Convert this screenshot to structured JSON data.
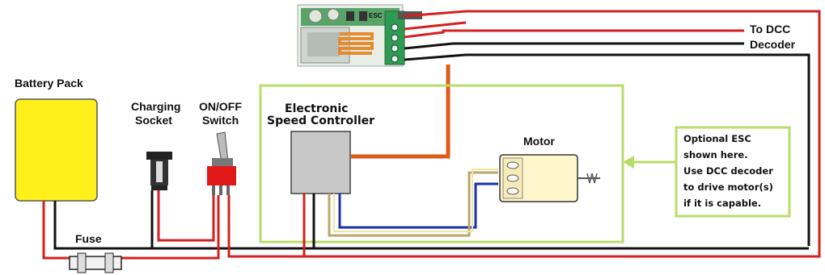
{
  "labels": {
    "battery_pack": "Battery Pack",
    "charging": "Charging",
    "socket": "Socket",
    "on_off": "ON/OFF",
    "switch": "Switch",
    "electronic": "Electronic",
    "speed_controller": "Speed Controller",
    "motor": "Motor",
    "fuse": "Fuse",
    "to_dcc": "To DCC",
    "decoder": "Decoder",
    "esc_chip": "ESC"
  },
  "note": {
    "line1": "Optional ESC",
    "line2": "shown here.",
    "line3": "Use DCC decoder",
    "line4": "to drive motor(s)",
    "line5": "if it is capable."
  },
  "colors": {
    "wire_red": "#d42020",
    "wire_black": "#111111",
    "wire_blue": "#1a2fa8",
    "wire_orange": "#e05a1a",
    "highlight_green": "#b8dc6a",
    "battery_yellow": "#ffef1a",
    "esc_grey": "#c8c8c8",
    "motor_body": "#fff6cc",
    "pcb_green": "#3a9a5a"
  }
}
